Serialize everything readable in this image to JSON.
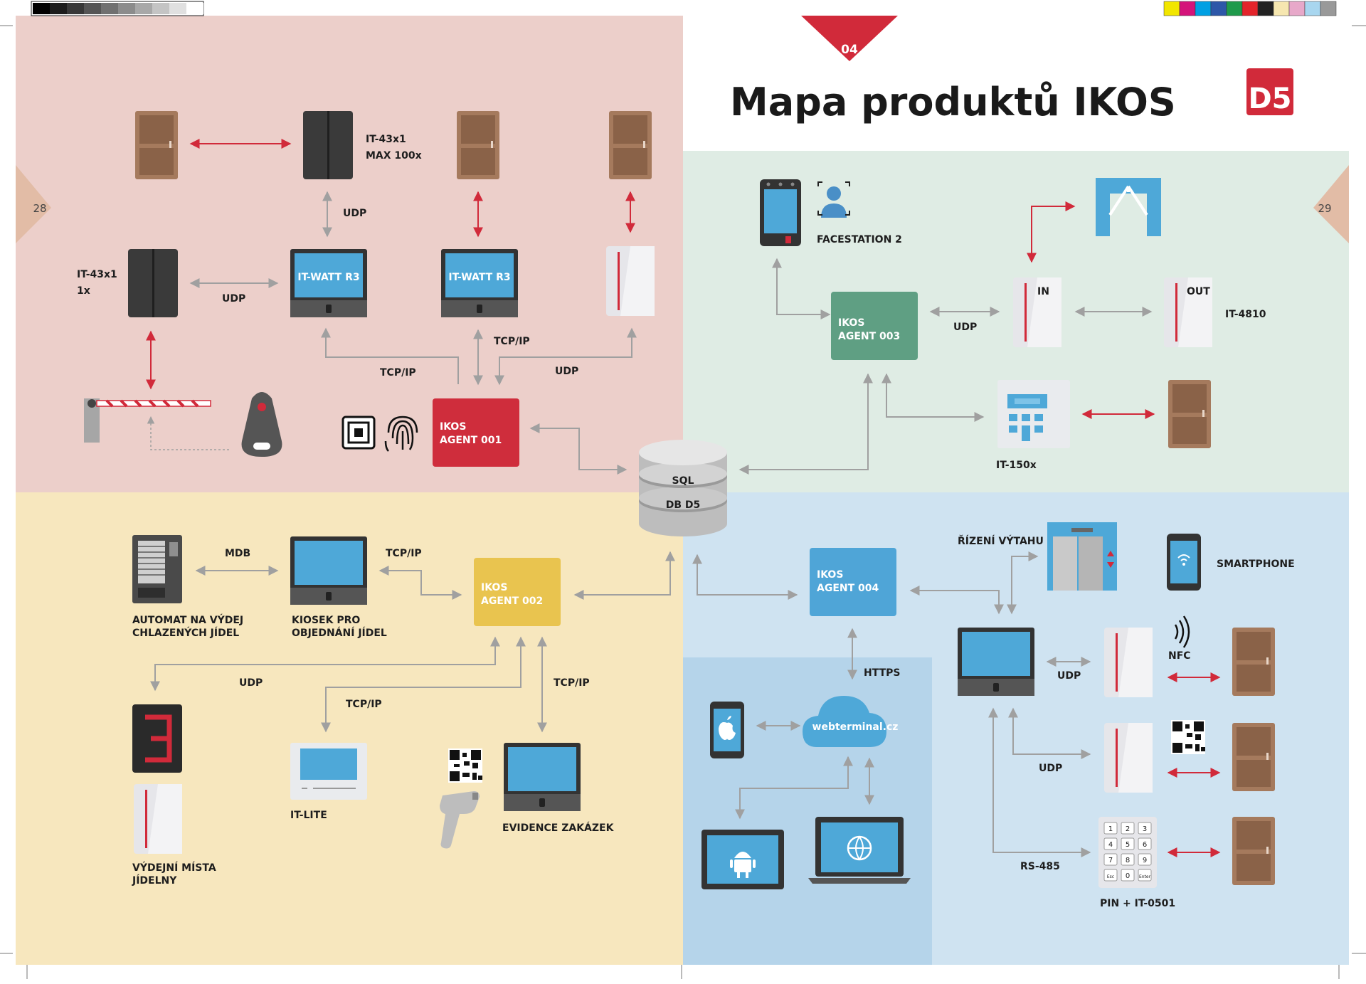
{
  "header": {
    "title": "Mapa produktů IKOS",
    "section_number": "04",
    "logo": "D5",
    "page_left": "28",
    "page_right": "29"
  },
  "colors": {
    "quad_top_left": "#eccfca",
    "quad_top_right": "#dfece4",
    "quad_bottom_left": "#f7e7be",
    "quad_bottom_right": "#cfe3f1",
    "quad_bottom_inner": "#b5d4ea",
    "accent_red": "#d12a3a",
    "agent_001": "#cf2d3c",
    "agent_002": "#e9c44f",
    "agent_003": "#5f9f83",
    "agent_004": "#4fa5d7",
    "door": "#a57a5d",
    "arrow_gray": "#a0a0a0"
  },
  "nodes": {
    "it43_max": [
      "IT-43x1",
      "MAX 100x"
    ],
    "it43_1x": [
      "IT-43x1",
      "1x"
    ],
    "itwatt_a": "IT-WATT R3",
    "itwatt_b": "IT-WATT R3",
    "agent001": [
      "IKOS",
      "AGENT 001"
    ],
    "agent002": [
      "IKOS",
      "AGENT 002"
    ],
    "agent003": [
      "IKOS",
      "AGENT 003"
    ],
    "agent004": [
      "IKOS",
      "AGENT 004"
    ],
    "db": [
      "SQL",
      "DB D5"
    ],
    "facestation": "FACESTATION 2",
    "reader_in": "IN",
    "reader_out": "OUT",
    "it4810": "IT-4810",
    "it150": "IT-150x",
    "vending": [
      "AUTOMAT NA VÝDEJ",
      "CHLAZENÝCH JÍDEL"
    ],
    "kiosk": [
      "KIOSEK PRO",
      "OBJEDNÁNÍ JÍDEL"
    ],
    "canteen": [
      "VÝDEJNÍ MÍSTA",
      "JÍDELNY"
    ],
    "itlite": "IT-LITE",
    "orders": "EVIDENCE ZAKÁZEK",
    "elevator": "ŘÍZENÍ VÝTAHU",
    "smartphone": "SMARTPHONE",
    "nfc": "NFC",
    "cloud": "webterminal.cz",
    "pin": "PIN + IT-0501",
    "keypad": [
      "1",
      "2",
      "3",
      "4",
      "5",
      "6",
      "7",
      "8",
      "9",
      "Esc",
      "0",
      "Enter"
    ]
  },
  "connections": {
    "udp_1": "UDP",
    "udp_2": "UDP",
    "tcpip_1": "TCP/IP",
    "tcpip_2": "TCP/IP",
    "udp_3": "UDP",
    "udp_4": "UDP",
    "mdb": "MDB",
    "tcpip_3": "TCP/IP",
    "udp_5": "UDP",
    "tcpip_4": "TCP/IP",
    "tcpip_5": "TCP/IP",
    "https": "HTTPS",
    "udp_6": "UDP",
    "udp_7": "UDP",
    "rs485": "RS-485"
  }
}
